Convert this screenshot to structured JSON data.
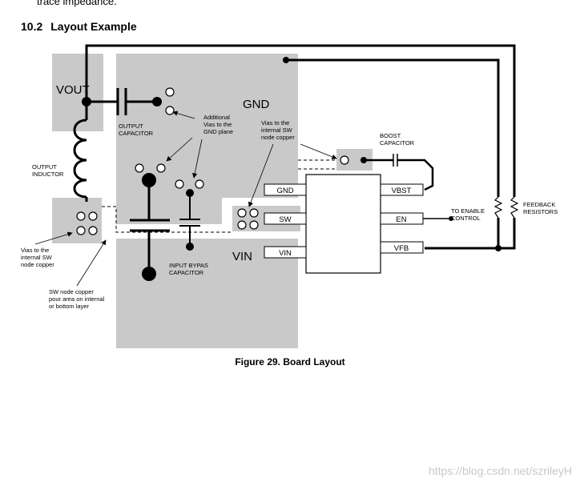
{
  "top_text": "trace impedance.",
  "section": {
    "number": "10.2",
    "title": "Layout Example"
  },
  "figure_caption": "Figure 29.  Board Layout",
  "watermark": "https://blog.csdn.net/szrileyH",
  "regions": {
    "vout": "VOUT",
    "gnd": "GND",
    "vin": "VIN"
  },
  "pins_left": [
    "GND",
    "SW",
    "VIN"
  ],
  "pins_right": [
    "VBST",
    "EN",
    "VFB"
  ],
  "labels": {
    "output_capacitor": [
      "OUTPUT",
      "CAPACITOR"
    ],
    "output_inductor": [
      "OUTPUT",
      "INDUCTOR"
    ],
    "additional_vias": [
      "Additional",
      "Vias to the",
      "GND plane"
    ],
    "vias_internal_sw_top": [
      "Vias to the",
      "internal SW",
      "node copper"
    ],
    "boost_capacitor": [
      "BOOST",
      "CAPACITOR"
    ],
    "to_enable_control": [
      "TO ENABLE",
      "CONTROL"
    ],
    "feedback_resistors": [
      "FEEDBACK",
      "RESISTORS"
    ],
    "vias_internal_sw_left": [
      "Vias to the",
      "internal SW",
      "node copper"
    ],
    "sw_node_copper": [
      "SW node copper",
      "pour area on internal",
      "or bottom layer"
    ],
    "input_bypass_capacitor": [
      "INPUT BYPAS",
      "CAPACITOR"
    ]
  }
}
